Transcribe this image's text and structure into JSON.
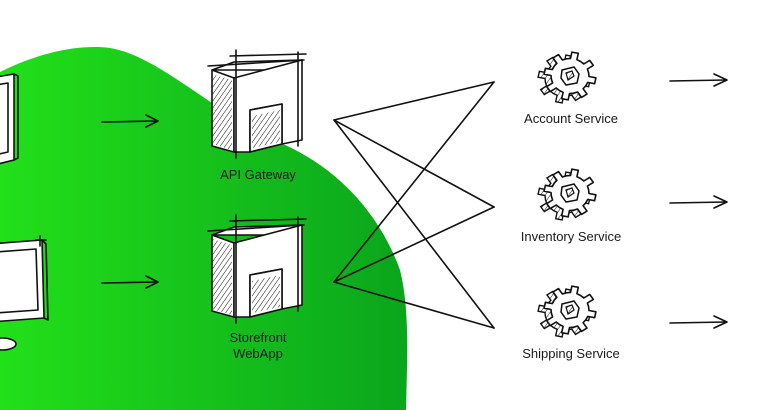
{
  "colors": {
    "background": "#ffffff",
    "blob_light": "#22e01a",
    "blob_dark": "#0aa51c",
    "ink": "#111111"
  },
  "nodes": {
    "api_gateway": {
      "label": "API Gateway",
      "icon": "building-icon"
    },
    "storefront": {
      "label_line1": "Storefront",
      "label_line2": "WebApp",
      "icon": "building-icon"
    },
    "account_service": {
      "label": "Account Service",
      "icon": "gear-icon"
    },
    "inventory_service": {
      "label": "Inventory Service",
      "icon": "gear-icon"
    },
    "shipping_service": {
      "label": "Shipping Service",
      "icon": "gear-icon"
    }
  },
  "clients": [
    {
      "icon": "monitor-icon"
    },
    {
      "icon": "monitor-icon"
    }
  ]
}
